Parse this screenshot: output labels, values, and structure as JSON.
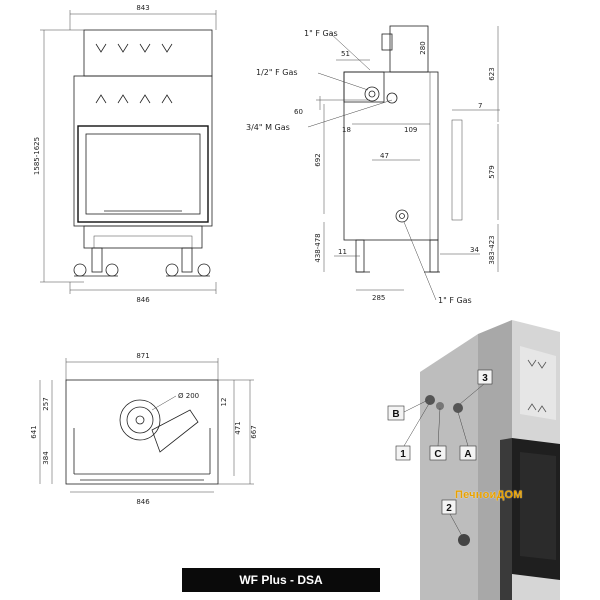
{
  "caption": "WF Plus - DSA",
  "watermark": "ПечноиДОМ",
  "front_view": {
    "top_width": "843",
    "bottom_width": "846",
    "height_range": "1585-1625"
  },
  "side_view": {
    "gas_top": "1\" F Gas",
    "dim_51": "51",
    "gas_half": "1/2\" F Gas",
    "dim_280": "280",
    "dim_623": "623",
    "dim_60": "60",
    "gas_three_quarter": "3/4\" M Gas",
    "dim_18": "18",
    "dim_109": "109",
    "dim_7": "7",
    "dim_47": "47",
    "dim_692": "692",
    "dim_579": "579",
    "dim_438_478": "438-478",
    "dim_11": "11",
    "dim_34": "34",
    "dim_383_423": "383-423",
    "dim_285": "285",
    "gas_bottom": "1\" F Gas"
  },
  "top_view": {
    "width_top": "871",
    "dim_257": "257",
    "dim_641": "641",
    "dim_384": "384",
    "dia": "Ø 200",
    "dim_12": "12",
    "dim_471": "471",
    "dim_667": "667",
    "width_bottom": "846"
  },
  "photo_callouts": {
    "one": "1",
    "two": "2",
    "three": "3",
    "B": "B",
    "C": "C",
    "A": "A"
  },
  "colors": {
    "photo_body": "#b9b9b9",
    "photo_dark": "#2a2a2a",
    "caption_bg": "#0a0a0a",
    "watermark": "#e8a100"
  }
}
